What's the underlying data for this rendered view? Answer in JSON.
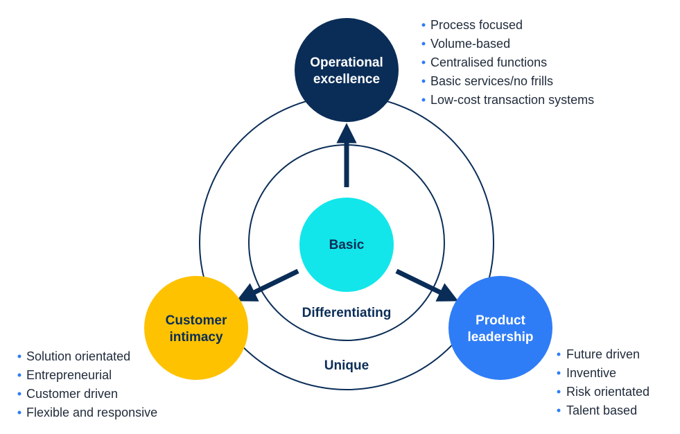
{
  "colors": {
    "navy": "#0a2d57",
    "cyan": "#12e6ea",
    "yellow": "#fec200",
    "blue": "#2f7df6",
    "white": "#ffffff"
  },
  "rings": {
    "outer": "Unique",
    "inner": "Differentiating"
  },
  "center": {
    "label": "Basic"
  },
  "nodes": {
    "operational": {
      "line1": "Operational",
      "line2": "excellence",
      "bullets": [
        "Process focused",
        "Volume-based",
        "Centralised functions",
        "Basic services/no frills",
        "Low-cost transaction systems"
      ]
    },
    "customer": {
      "line1": "Customer",
      "line2": "intimacy",
      "bullets": [
        "Solution orientated",
        "Entrepreneurial",
        "Customer driven",
        "Flexible and responsive"
      ]
    },
    "product": {
      "line1": "Product",
      "line2": "leadership",
      "bullets": [
        "Future driven",
        "Inventive",
        "Risk orientated",
        "Talent based"
      ]
    }
  }
}
